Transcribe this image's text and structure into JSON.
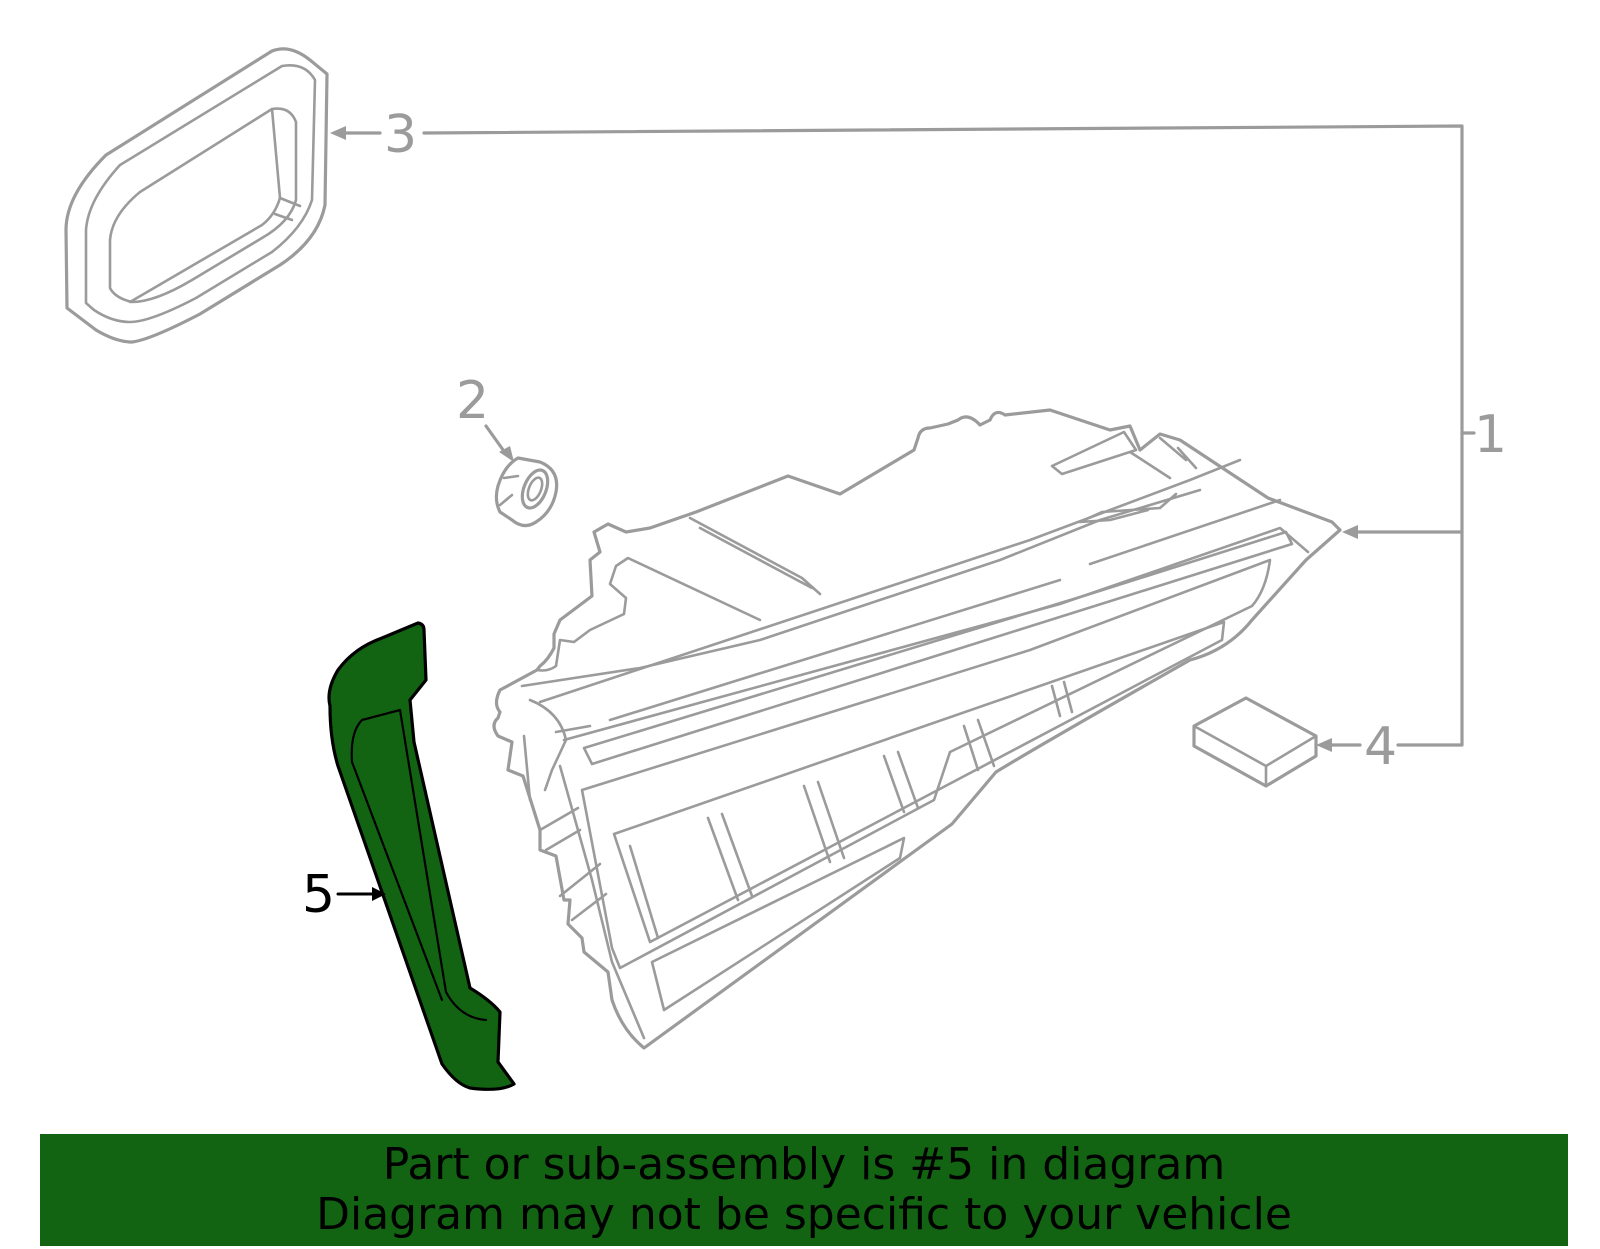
{
  "callouts": {
    "part_1": "1",
    "part_2": "2",
    "part_3": "3",
    "part_4": "4",
    "part_5": "5"
  },
  "banner": {
    "line_1": "Part or sub-assembly is #5 in diagram",
    "line_2": "Diagram may not be specific to your vehicle"
  },
  "colors": {
    "line_art": "#9b9b9b",
    "highlight_fill": "#136412",
    "highlight_stroke": "#000000",
    "banner_bg": "#136412"
  }
}
